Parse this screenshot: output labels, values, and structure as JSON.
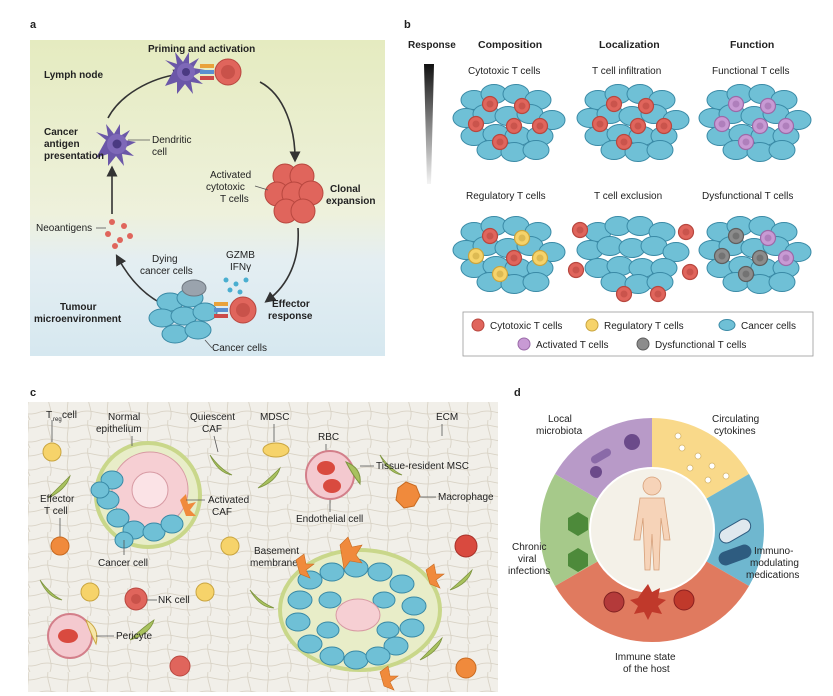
{
  "colors": {
    "lymph_bg": "#e7edc2",
    "tumour_bg": "#dcecf2",
    "cancer_cell": "#6fc0d6",
    "cytotoxic_t": "#e0655c",
    "regulatory_t": "#f6d36a",
    "activated_t": "#c89ad4",
    "dysfunctional_t": "#8c8c8c",
    "ecm_bg": "#f1efe9",
    "caf": "#a9c25f"
  },
  "panel_a": {
    "label": "a",
    "priming_title": "Priming and activation",
    "lymph_node": "Lymph node",
    "cancer_antigen": [
      "Cancer",
      "antigen",
      "presentation"
    ],
    "dendritic_cell": [
      "Dendritic",
      "cell"
    ],
    "activated_tc": [
      "Activated",
      "cytotoxic",
      "T cells"
    ],
    "clonal_expansion": [
      "Clonal",
      "expansion"
    ],
    "neoantigens": "Neoantigens",
    "dying_cancer_cells": [
      "Dying",
      "cancer cells"
    ],
    "cytokines": [
      "GZMB",
      "IFNγ"
    ],
    "tumour_microenvironment": [
      "Tumour",
      "microenvironment"
    ],
    "effector_response": [
      "Effector",
      "response"
    ],
    "cancer_cells": "Cancer cells"
  },
  "panel_b": {
    "label": "b",
    "response": "Response",
    "col_headers": [
      "Composition",
      "Localization",
      "Function"
    ],
    "top_row": [
      "Cytotoxic T cells",
      "T cell infiltration",
      "Functional T cells"
    ],
    "bottom_row": [
      "Regulatory T cells",
      "T cell exclusion",
      "Dysfunctional T cells"
    ],
    "legend": [
      "Cytotoxic T cells",
      "Regulatory T cells",
      "Cancer cells",
      "Activated T cells",
      "Dysfunctional T cells"
    ]
  },
  "panel_c": {
    "label": "c",
    "treg": "T",
    "treg_sub": "reg",
    "treg_suffix": " cell",
    "normal_epithelium": [
      "Normal",
      "epithelium"
    ],
    "quiescent_caf": [
      "Quiescent",
      "CAF"
    ],
    "mdsc": "MDSC",
    "ecm": "ECM",
    "rbc": "RBC",
    "tissue_resident_msc": "Tissue-resident MSC",
    "effector_t": [
      "Effector",
      "T cell"
    ],
    "activated_caf": [
      "Activated",
      "CAF"
    ],
    "macrophage": "Macrophage",
    "endothelial_cell": "Endothelial cell",
    "cancer_cell": "Cancer cell",
    "basement_membrane": [
      "Basement",
      "membrane"
    ],
    "nk_cell": "NK cell",
    "pericyte": "Pericyte"
  },
  "panel_d": {
    "label": "d",
    "local_microbiota": [
      "Local",
      "microbiota"
    ],
    "circulating_cytokines": [
      "Circulating",
      "cytokines"
    ],
    "chronic_viral": [
      "Chronic",
      "viral",
      "infections"
    ],
    "immunomodulating": [
      "Immuno-",
      "modulating",
      "medications"
    ],
    "immune_state": [
      "Immune state",
      "of the host"
    ]
  }
}
